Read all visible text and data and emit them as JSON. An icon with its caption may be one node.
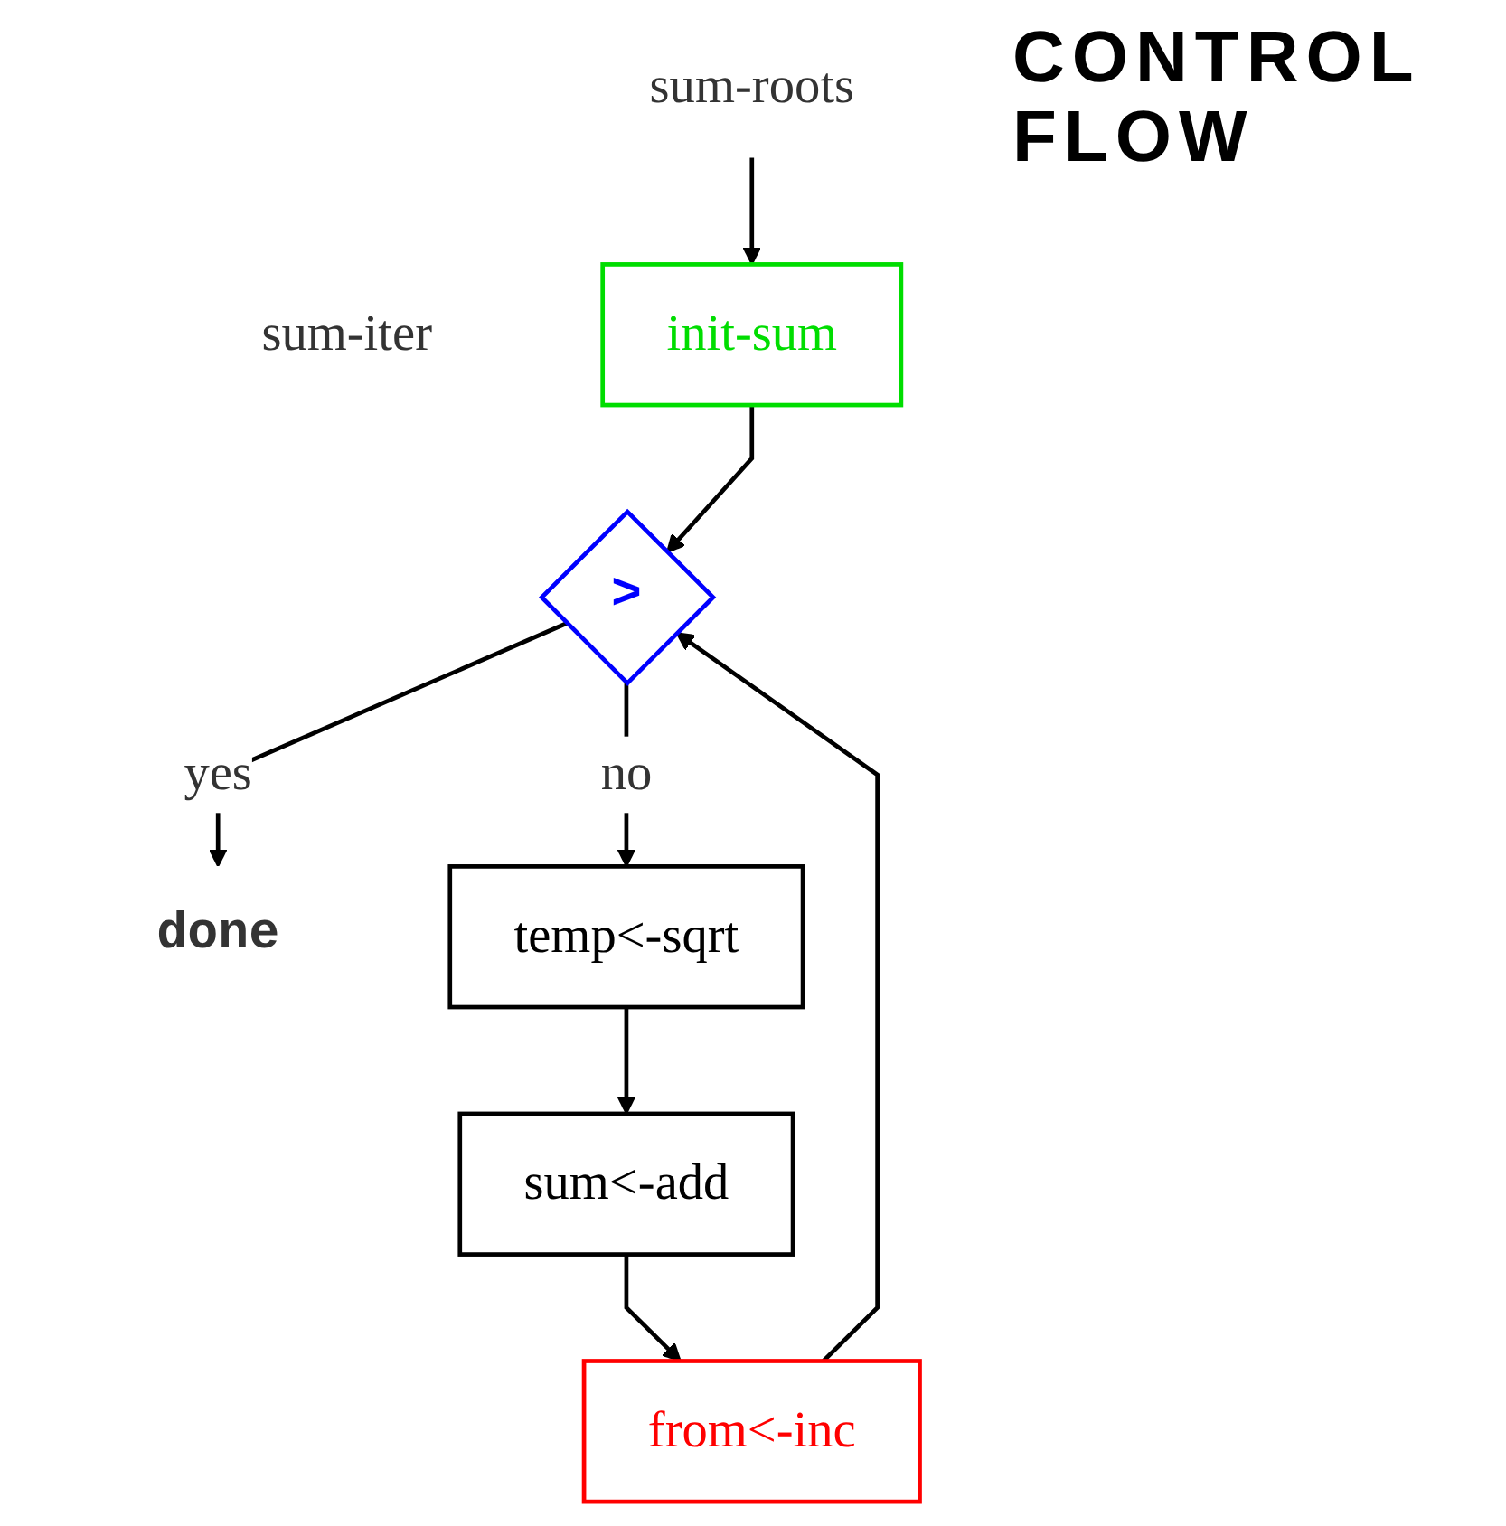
{
  "diagram": {
    "title": "CONTROL FLOW",
    "nodes": [
      {
        "text": [
          "sum-roots"
        ]
      },
      {
        "text": [
          "init-sum"
        ]
      },
      {
        "text": [
          ">"
        ],
        "beside": [
          "sum-iter"
        ]
      },
      {
        "text": [
          "done"
        ]
      },
      {
        "text": [
          "temp<-sqrt"
        ]
      },
      {
        "text": [
          "sum<-add"
        ]
      },
      {
        "text": [
          "from<-inc"
        ]
      }
    ],
    "edges": [
      {
        "from": 0,
        "to": 1,
        "arrow": "to"
      },
      {
        "from": 1,
        "to": 2,
        "arrow": "to"
      },
      {
        "from": 2,
        "to": 3,
        "arrow": "to",
        "label": "yes"
      },
      {
        "from": 2,
        "to": 4,
        "arrow": "to",
        "label": "no"
      },
      {
        "from": 4,
        "to": 5,
        "arrow": "to"
      },
      {
        "from": 5,
        "to": 6,
        "arrow": "to"
      },
      {
        "from": 6,
        "to": 2,
        "arrow": "to"
      }
    ]
  }
}
